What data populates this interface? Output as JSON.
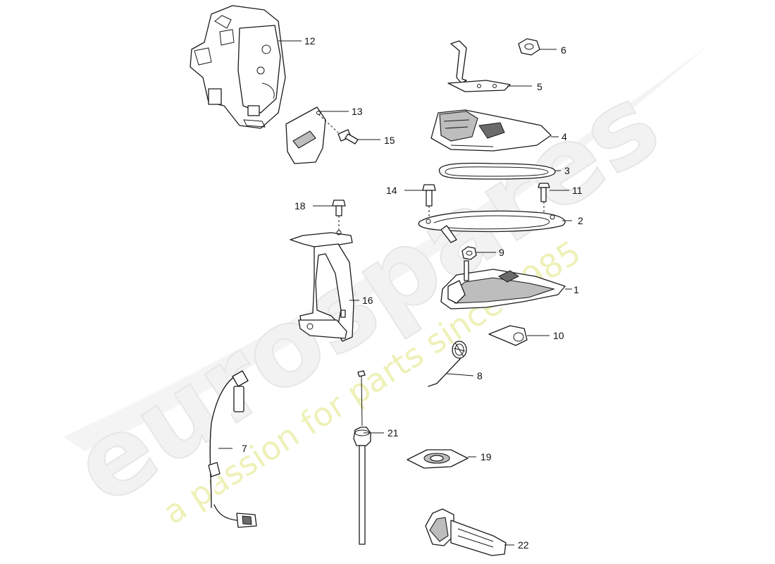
{
  "watermark": {
    "brand": "eurospares",
    "tagline": "a passion for parts since 1985"
  },
  "callouts": {
    "p1": "1",
    "p2": "2",
    "p3": "3",
    "p4": "4",
    "p5": "5",
    "p6": "6",
    "p7": "7",
    "p8": "8",
    "p9": "9",
    "p10": "10",
    "p11": "11",
    "p12": "12",
    "p13": "13",
    "p14": "14",
    "p15": "15",
    "p16": "16",
    "p18": "18",
    "p19": "19",
    "p21": "21",
    "p22": "22"
  }
}
